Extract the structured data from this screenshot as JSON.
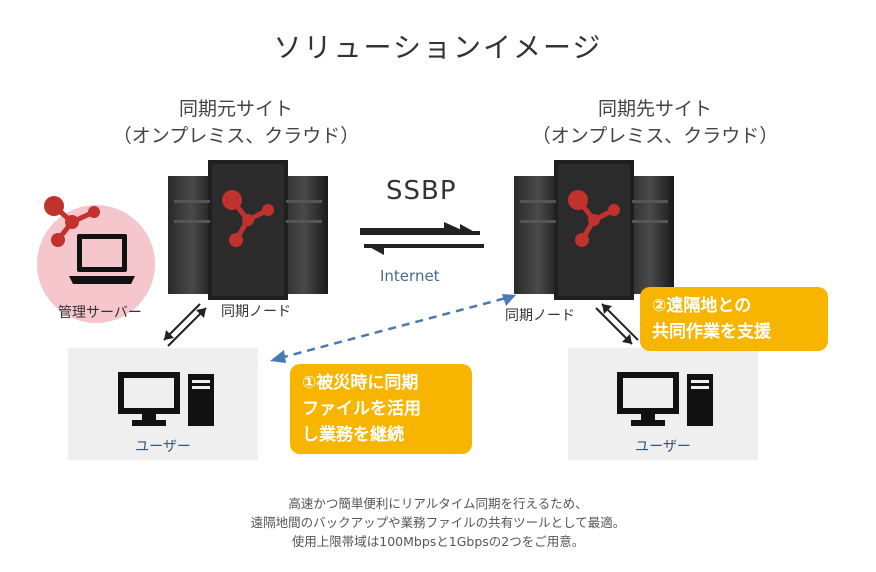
{
  "title": "ソリューションイメージ",
  "source_site": {
    "name": "同期元サイト",
    "env": "（オンプレミス、クラウド）"
  },
  "target_site": {
    "name": "同期先サイト",
    "env": "（オンプレミス、クラウド）"
  },
  "protocol": "SSBP",
  "network": "Internet",
  "source_node_label": "同期ノード",
  "target_node_label": "同期ノード",
  "admin_label": "管理サーバー",
  "user_left_label": "ユーザー",
  "user_right_label": "ユーザー",
  "callout_1": [
    "①被災時に同期",
    "ファイルを活用",
    "し業務を継続"
  ],
  "callout_2": [
    "②遠隔地との",
    "共同作業を支援"
  ],
  "caption": [
    "高速かつ簡単便利にリアルタイム同期を行えるため、",
    "遠隔地間のバックアップや業務ファイルの共有ツールとして最適。",
    "使用上限帯域は100Mbpsと1Gbpsの2つをご用意。"
  ],
  "colors": {
    "accent": "#f7b500",
    "logo": "#c0322b",
    "admin_bg": "#f5c6cb",
    "dashed": "#4a7ab5",
    "user_box": "#efefef"
  }
}
